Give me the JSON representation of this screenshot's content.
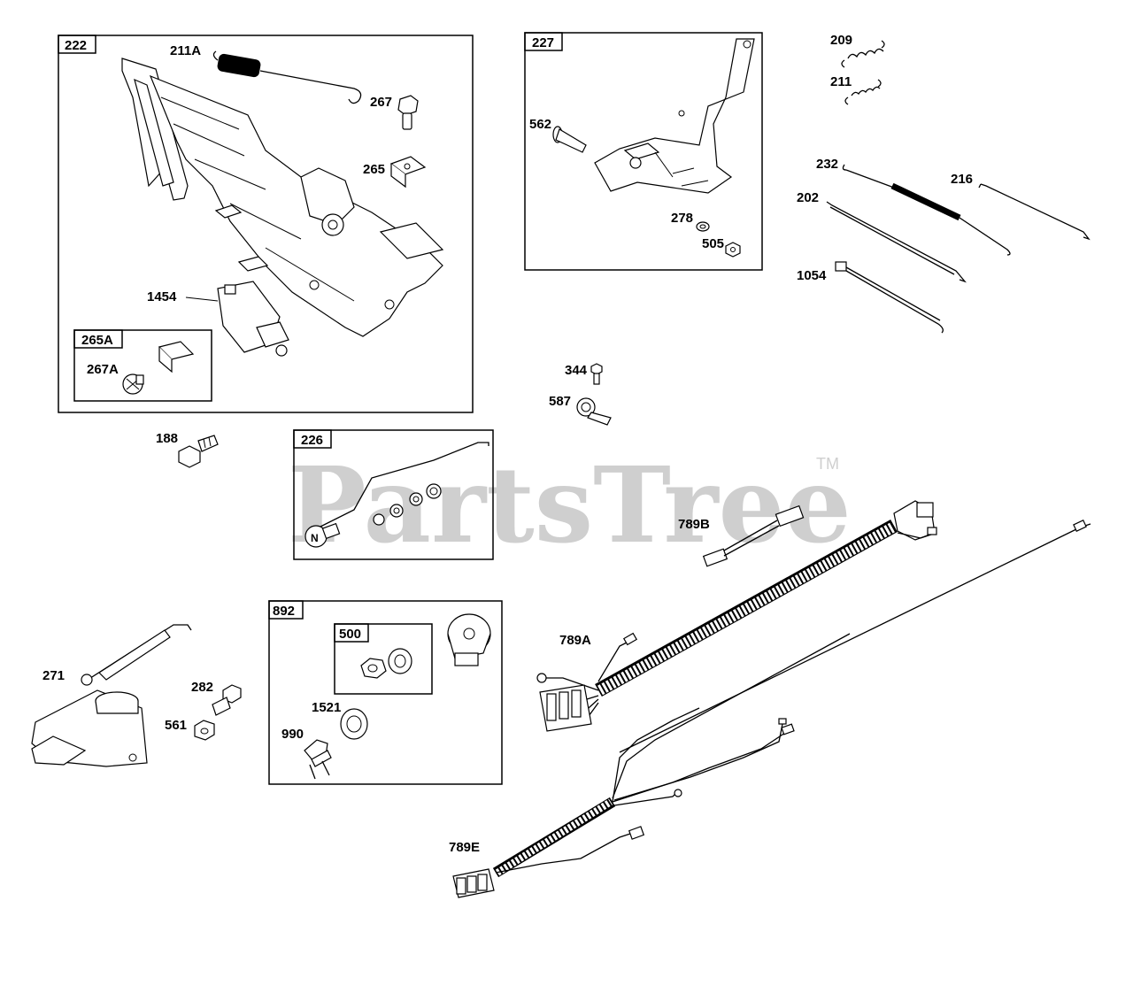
{
  "watermark": {
    "text": "PartsTree",
    "trademark": "TM"
  },
  "boxes": {
    "b222": "222",
    "b227": "227",
    "b265a": "265A",
    "b226": "226",
    "b892": "892",
    "b500": "500"
  },
  "labels": {
    "p211a": "211A",
    "p267": "267",
    "p265": "265",
    "p1454": "1454",
    "p267a": "267A",
    "p562": "562",
    "p278": "278",
    "p505": "505",
    "p209": "209",
    "p211": "211",
    "p232": "232",
    "p216": "216",
    "p202": "202",
    "p1054": "1054",
    "p344": "344",
    "p587": "587",
    "p188": "188",
    "p789b": "789B",
    "p789a": "789A",
    "p271": "271",
    "p282": "282",
    "p561": "561",
    "p1521": "1521",
    "p990": "990",
    "p789e": "789E"
  }
}
